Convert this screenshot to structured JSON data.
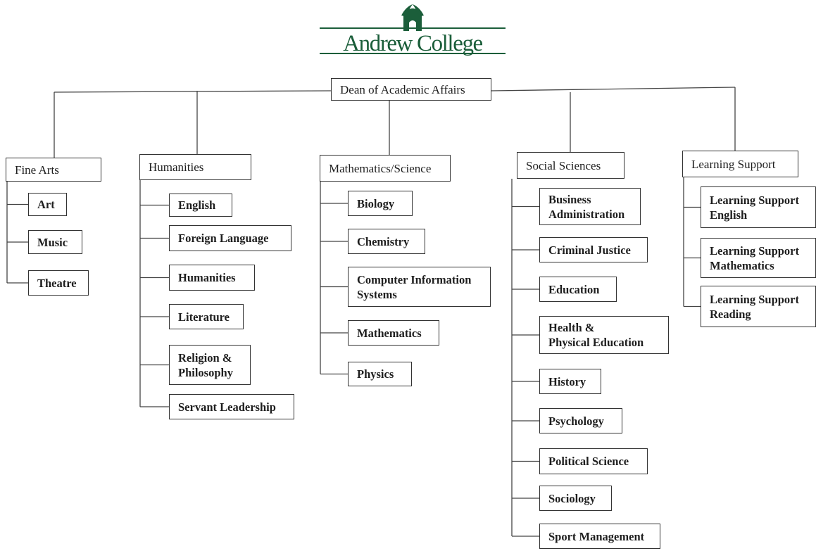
{
  "logo": {
    "text": "Andrew College",
    "brand_color": "#1b5e3a"
  },
  "top": {
    "label": "Dean of Academic Affairs"
  },
  "divisions": [
    {
      "label": "Fine Arts",
      "departments": [
        "Art",
        "Music",
        "Theatre"
      ]
    },
    {
      "label": "Humanities",
      "departments": [
        "English",
        "Foreign Language",
        "Humanities",
        "Literature",
        "Religion &\nPhilosophy",
        "Servant Leadership"
      ]
    },
    {
      "label": "Mathematics/Science",
      "departments": [
        "Biology",
        "Chemistry",
        "Computer Information\nSystems",
        "Mathematics",
        "Physics"
      ]
    },
    {
      "label": "Social Sciences",
      "departments": [
        "Business\nAdministration",
        "Criminal Justice",
        "Education",
        "Health &\nPhysical Education",
        "History",
        "Psychology",
        "Political Science",
        "Sociology",
        "Sport Management"
      ]
    },
    {
      "label": "Learning Support",
      "departments": [
        "Learning Support\nEnglish",
        "Learning Support\nMathematics",
        "Learning Support\nReading"
      ]
    }
  ]
}
